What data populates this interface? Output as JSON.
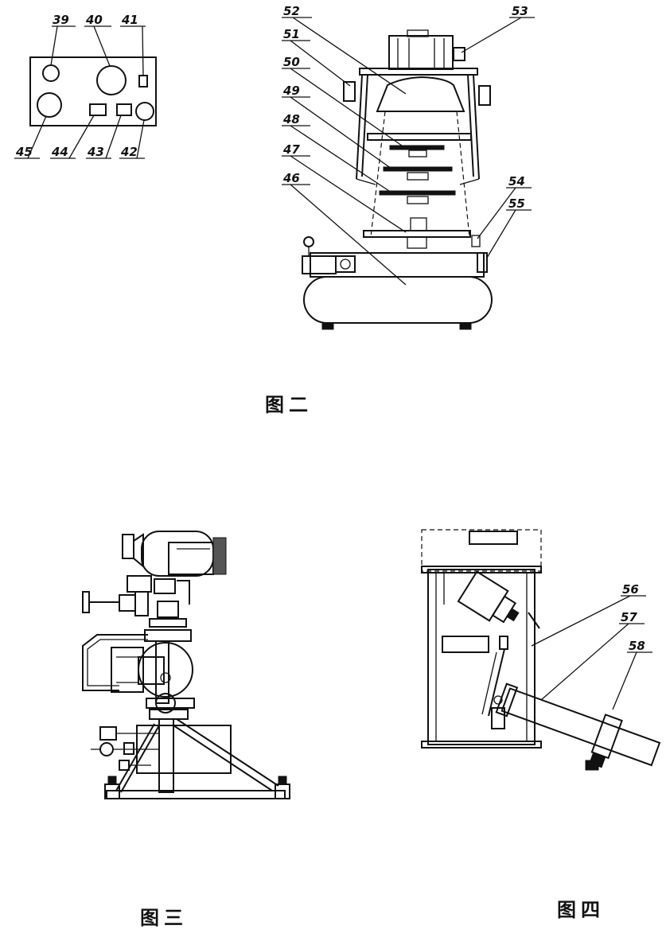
{
  "figures": {
    "fig2": {
      "caption": "图二",
      "panel_labels": [
        "39",
        "40",
        "41",
        "42",
        "43",
        "44",
        "45"
      ],
      "device_labels": [
        "46",
        "47",
        "48",
        "49",
        "50",
        "51",
        "52",
        "53",
        "54",
        "55"
      ]
    },
    "fig3": {
      "caption": "图三"
    },
    "fig4": {
      "caption": "图四",
      "labels": [
        "56",
        "57",
        "58"
      ]
    }
  }
}
